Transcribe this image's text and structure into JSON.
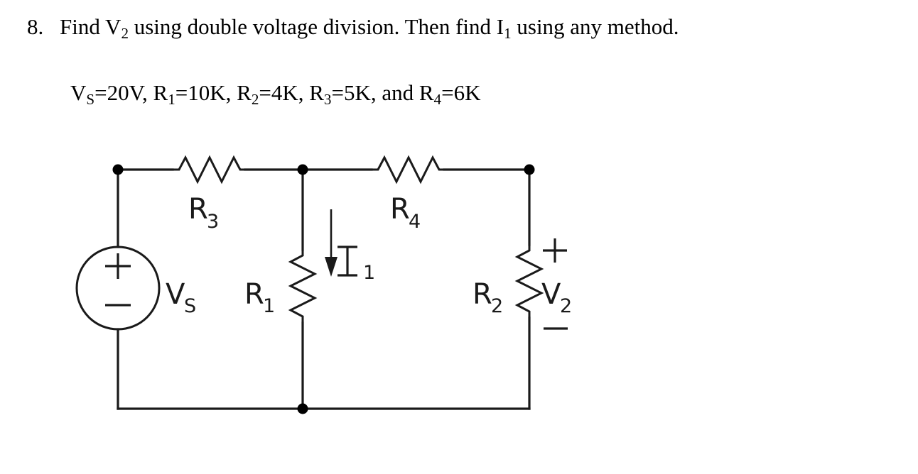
{
  "problem": {
    "number": "8.",
    "statement_part1": "Find V",
    "statement_sub1": "2",
    "statement_part2": " using double voltage division. Then find I",
    "statement_sub2": "1",
    "statement_part3": " using any method.",
    "full_statement": "Find V2 using double voltage division. Then find I1 using any method.",
    "givens_text": "VS = 20V, R1 = 10K, R2 = 4K, R3 = 5K, and R4 = 6K",
    "givens": [
      {
        "symbol": "V",
        "subscript": "S",
        "value": "20V"
      },
      {
        "symbol": "R",
        "subscript": "1",
        "value": "10K"
      },
      {
        "symbol": "R",
        "subscript": "2",
        "value": "4K"
      },
      {
        "symbol": "R",
        "subscript": "3",
        "value": "5K"
      },
      {
        "symbol": "R",
        "subscript": "4",
        "value": "6K"
      }
    ],
    "separator": ", ",
    "conjunction": "and",
    "equals": "="
  },
  "circuit": {
    "source": {
      "label": "V",
      "subscript": "S",
      "plus": "+",
      "minus": "−"
    },
    "resistors": [
      {
        "name": "R",
        "subscript": "1",
        "orientation": "vertical"
      },
      {
        "name": "R",
        "subscript": "2",
        "orientation": "vertical"
      },
      {
        "name": "R",
        "subscript": "3",
        "orientation": "horizontal"
      },
      {
        "name": "R",
        "subscript": "4",
        "orientation": "horizontal"
      }
    ],
    "current": {
      "label": "I",
      "subscript": "1",
      "direction": "down"
    },
    "output_voltage": {
      "label": "V",
      "subscript": "2",
      "plus": "+",
      "minus": "−"
    },
    "colors": {
      "wire": "#1a1a1a",
      "background": "#ffffff",
      "node": "#000000"
    }
  }
}
